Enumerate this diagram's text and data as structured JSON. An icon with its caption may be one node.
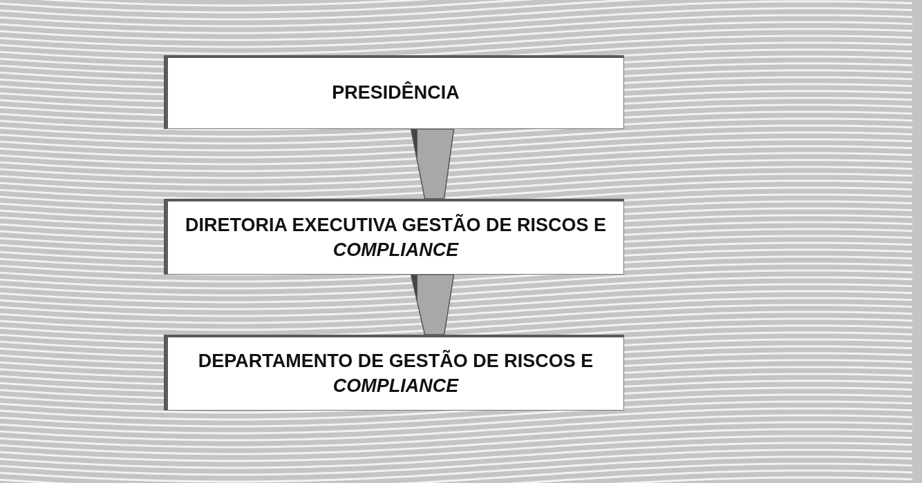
{
  "diagram": {
    "nodes": [
      {
        "text": [
          "PRESIDÊNCIA"
        ]
      },
      {
        "text": [
          "DIRETORIA EXECUTIVA GESTÃO DE RISCOS E *COMPLIANCE*"
        ]
      },
      {
        "text": [
          "DEPARTAMENTO DE GESTÃO DE RISCOS E *COMPLIANCE*"
        ]
      }
    ],
    "edges": [
      {
        "from": 0,
        "to": 1,
        "arrow": "none"
      },
      {
        "from": 1,
        "to": 2,
        "arrow": "none"
      }
    ]
  }
}
